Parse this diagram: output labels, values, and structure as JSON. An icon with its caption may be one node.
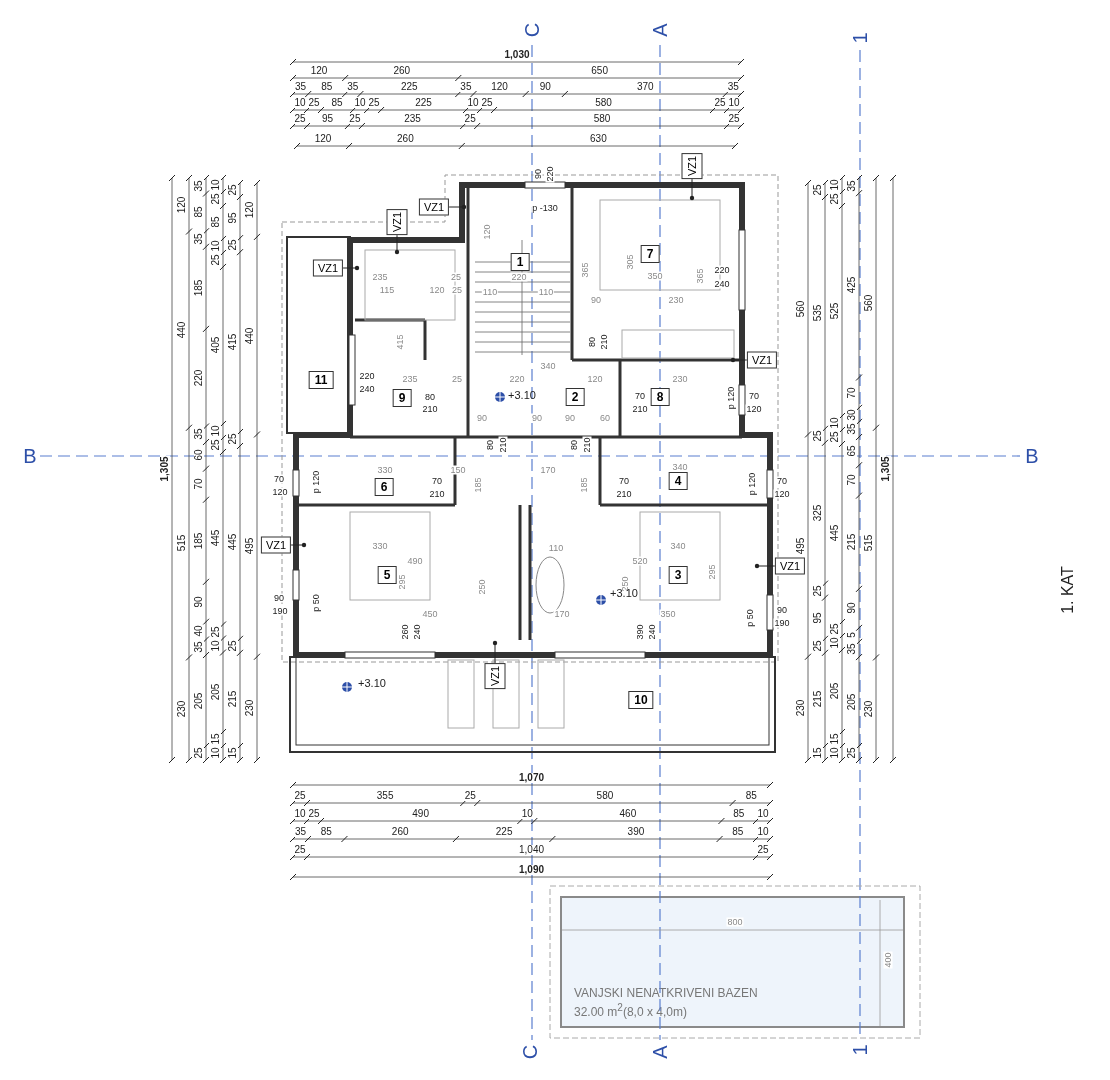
{
  "diagram": {
    "nodes": [
      {
        "text": [
          "VZ1"
        ]
      },
      {
        "text": [
          "VZ1"
        ]
      },
      {
        "text": [
          "VZ1"
        ]
      },
      {
        "text": [
          "7"
        ]
      },
      {
        "text": [
          "1"
        ]
      },
      {
        "text": [
          "VZ1"
        ]
      },
      {
        "text": [
          "VZ1"
        ]
      },
      {
        "text": [
          "11"
        ]
      },
      {
        "text": [
          "9"
        ]
      },
      {
        "text": [
          "2"
        ]
      },
      {
        "text": [
          "8"
        ]
      },
      {
        "text": [
          "6"
        ]
      },
      {
        "text": [
          "4"
        ]
      },
      {
        "text": [
          "VZ1"
        ]
      },
      {
        "text": [
          "VZ1"
        ]
      },
      {
        "text": [
          "5"
        ]
      },
      {
        "text": [
          "3"
        ]
      },
      {
        "text": [
          "VZ1"
        ]
      },
      {
        "text": [
          "10"
        ]
      },
      {
        "text": [
          "VANJSKI NENATKRIVENI BAZEN",
          "32.00 m$^{2}$(8,0 x 4,0m)"
        ]
      }
    ],
    "edges": [
      {
        "from": 0,
        "to": null,
        "arrow": "other"
      },
      {
        "from": 1,
        "to": null,
        "arrow": "other"
      },
      {
        "from": 2,
        "to": null,
        "arrow": "other"
      },
      {
        "from": 5,
        "to": null,
        "arrow": "other"
      },
      {
        "from": 6,
        "to": null,
        "arrow": "other"
      },
      {
        "from": 13,
        "to": null,
        "arrow": "other"
      },
      {
        "from": 14,
        "to": null,
        "arrow": "other"
      },
      {
        "from": 17,
        "to": null,
        "arrow": "other"
      }
    ],
    "labels": [
      "1,030",
      "120",
      "260",
      "650",
      "35",
      "85",
      "35",
      "225",
      "35",
      "120",
      "90",
      "370",
      "35",
      "10",
      "25",
      "85",
      "10",
      "25",
      "225",
      "10",
      "25",
      "580",
      "25",
      "10",
      "25",
      "95",
      "25",
      "235",
      "25",
      "580",
      "25",
      "120",
      "260",
      "630",
      "1,305",
      "120",
      "440",
      "515",
      "230",
      "35",
      "85",
      "35",
      "185",
      "220",
      "35",
      "60",
      "70",
      "185",
      "90",
      "40",
      "35",
      "205",
      "25",
      "10",
      "25",
      "85",
      "10",
      "25",
      "405",
      "10",
      "25",
      "445",
      "25",
      "10",
      "205",
      "15",
      "10",
      "25",
      "95",
      "25",
      "415",
      "25",
      "445",
      "25",
      "215",
      "15",
      "120",
      "440",
      "495",
      "230",
      "560",
      "495",
      "230",
      "25",
      "535",
      "25",
      "325",
      "25",
      "95",
      "25",
      "215",
      "15",
      "10",
      "25",
      "525",
      "10",
      "25",
      "445",
      "25",
      "10",
      "205",
      "15",
      "10",
      "35",
      "425",
      "70",
      "30",
      "35",
      "65",
      "70",
      "215",
      "90",
      "5",
      "35",
      "205",
      "25",
      "560",
      "515",
      "230",
      "1,305",
      "1,070",
      "25",
      "355",
      "25",
      "580",
      "85",
      "10",
      "25",
      "490",
      "10",
      "460",
      "85",
      "10",
      "35",
      "85",
      "260",
      "225",
      "390",
      "85",
      "10",
      "25",
      "1,040",
      "25",
      "1,090",
      "C",
      "A",
      "1",
      "p -130",
      "90",
      "220",
      "120",
      "235",
      "25",
      "220",
      "365",
      "305",
      "350",
      "220",
      "365",
      "240",
      "115",
      "120",
      "25",
      "110",
      "110",
      "90",
      "230",
      "415",
      "80",
      "210",
      "340",
      "220",
      "240",
      "235",
      "25",
      "220",
      "120",
      "230",
      "80",
      "+3.10",
      "70",
      "p 120",
      "70",
      "210",
      "210",
      "120",
      "90",
      "90",
      "90",
      "60",
      "B",
      "B",
      "80",
      "210",
      "80",
      "210",
      "330",
      "150",
      "170",
      "340",
      "70",
      "120",
      "p 120",
      "70",
      "210",
      "70",
      "210",
      "p 120",
      "70",
      "120",
      "185",
      "185",
      "330",
      "110",
      "340",
      "490",
      "520",
      "295",
      "250",
      "250",
      "295",
      "+3.10",
      "90",
      "190",
      "p 50",
      "90",
      "190",
      "p 50",
      "450",
      "170",
      "350",
      "260",
      "240",
      "390",
      "240",
      "+3.10",
      "800",
      "400",
      "C",
      "A",
      "1",
      "1. KAT"
    ]
  }
}
